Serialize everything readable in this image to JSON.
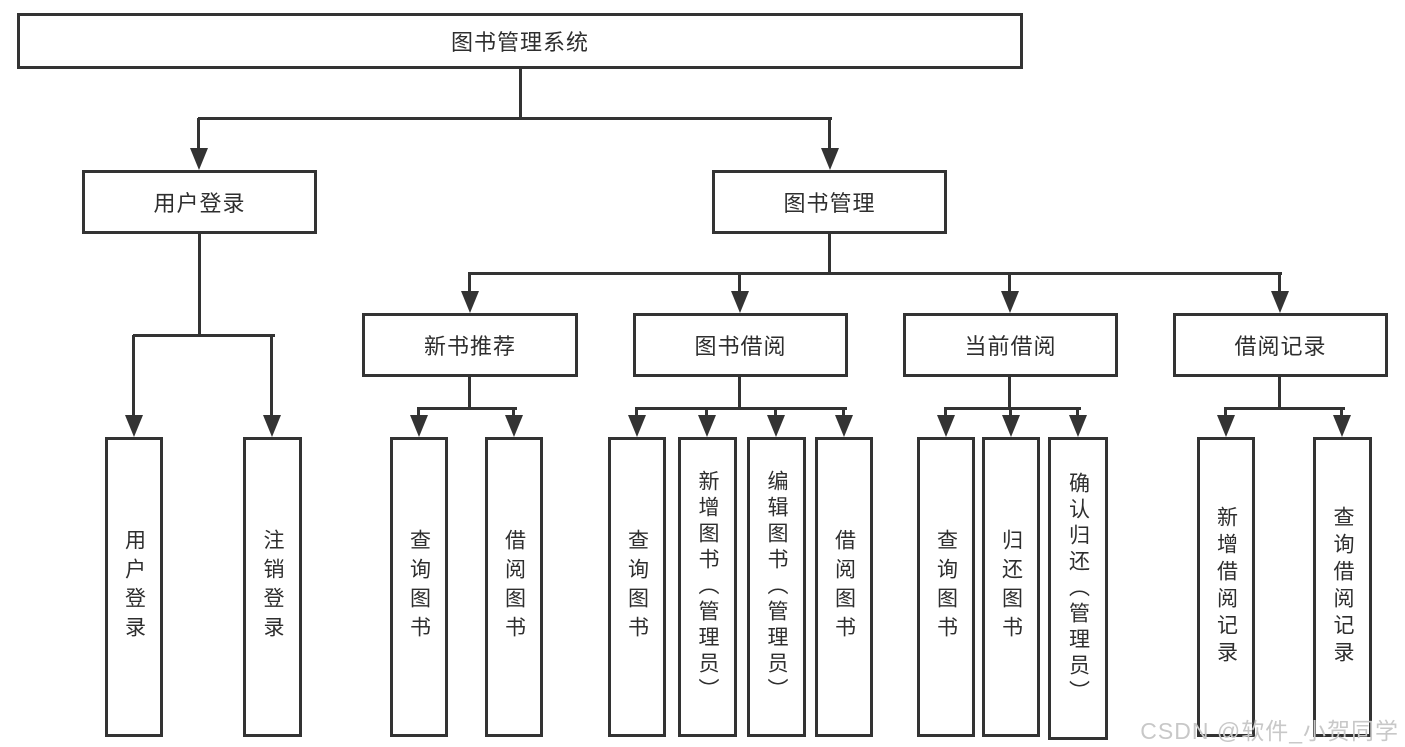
{
  "diagram": {
    "root": {
      "label": "图书管理系统"
    },
    "level2": [
      {
        "label": "用户登录"
      },
      {
        "label": "图书管理"
      }
    ],
    "level3": [
      {
        "label": "新书推荐"
      },
      {
        "label": "图书借阅"
      },
      {
        "label": "当前借阅"
      },
      {
        "label": "借阅记录"
      }
    ],
    "leaves": [
      {
        "label": "用户登录"
      },
      {
        "label": "注销登录"
      },
      {
        "label": "查询图书"
      },
      {
        "label": "借阅图书"
      },
      {
        "label": "查询图书"
      },
      {
        "label": "新增图书（管理员）"
      },
      {
        "label": "编辑图书（管理员）"
      },
      {
        "label": "借阅图书"
      },
      {
        "label": "查询图书"
      },
      {
        "label": "归还图书"
      },
      {
        "label": "确认归还（管理员）"
      },
      {
        "label": "新增借阅记录"
      },
      {
        "label": "查询借阅记录"
      }
    ],
    "watermark": "CSDN @软件_小贺同学",
    "colors": {
      "line": "#333333",
      "text": "#2e2e2e",
      "watermark": "#c8c8c8",
      "background": "#ffffff"
    }
  }
}
